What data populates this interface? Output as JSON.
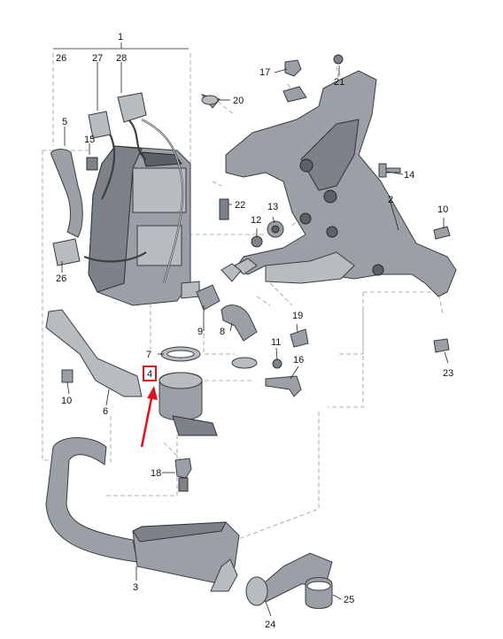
{
  "diagram": {
    "callouts": [
      {
        "id": "c1",
        "text": "1"
      },
      {
        "id": "c26a",
        "text": "26"
      },
      {
        "id": "c27",
        "text": "27"
      },
      {
        "id": "c28",
        "text": "28"
      },
      {
        "id": "c5",
        "text": "5"
      },
      {
        "id": "c15",
        "text": "15"
      },
      {
        "id": "c26b",
        "text": "26"
      },
      {
        "id": "c17",
        "text": "17"
      },
      {
        "id": "c21",
        "text": "21"
      },
      {
        "id": "c20",
        "text": "20"
      },
      {
        "id": "c14",
        "text": "14"
      },
      {
        "id": "c2",
        "text": "2"
      },
      {
        "id": "c22",
        "text": "22"
      },
      {
        "id": "c13",
        "text": "13"
      },
      {
        "id": "c12",
        "text": "12"
      },
      {
        "id": "c10a",
        "text": "10"
      },
      {
        "id": "c9",
        "text": "9"
      },
      {
        "id": "c8",
        "text": "8"
      },
      {
        "id": "c19",
        "text": "19"
      },
      {
        "id": "c11",
        "text": "11"
      },
      {
        "id": "c16",
        "text": "16"
      },
      {
        "id": "c23",
        "text": "23"
      },
      {
        "id": "c7",
        "text": "7"
      },
      {
        "id": "c4",
        "text": "4"
      },
      {
        "id": "c10b",
        "text": "10"
      },
      {
        "id": "c6",
        "text": "6"
      },
      {
        "id": "c18",
        "text": "18"
      },
      {
        "id": "c3",
        "text": "3"
      },
      {
        "id": "c24",
        "text": "24"
      },
      {
        "id": "c25",
        "text": "25"
      }
    ],
    "highlight_color": "#e0101e",
    "line_color": "#222222",
    "part_color": "#9aa0a6"
  }
}
